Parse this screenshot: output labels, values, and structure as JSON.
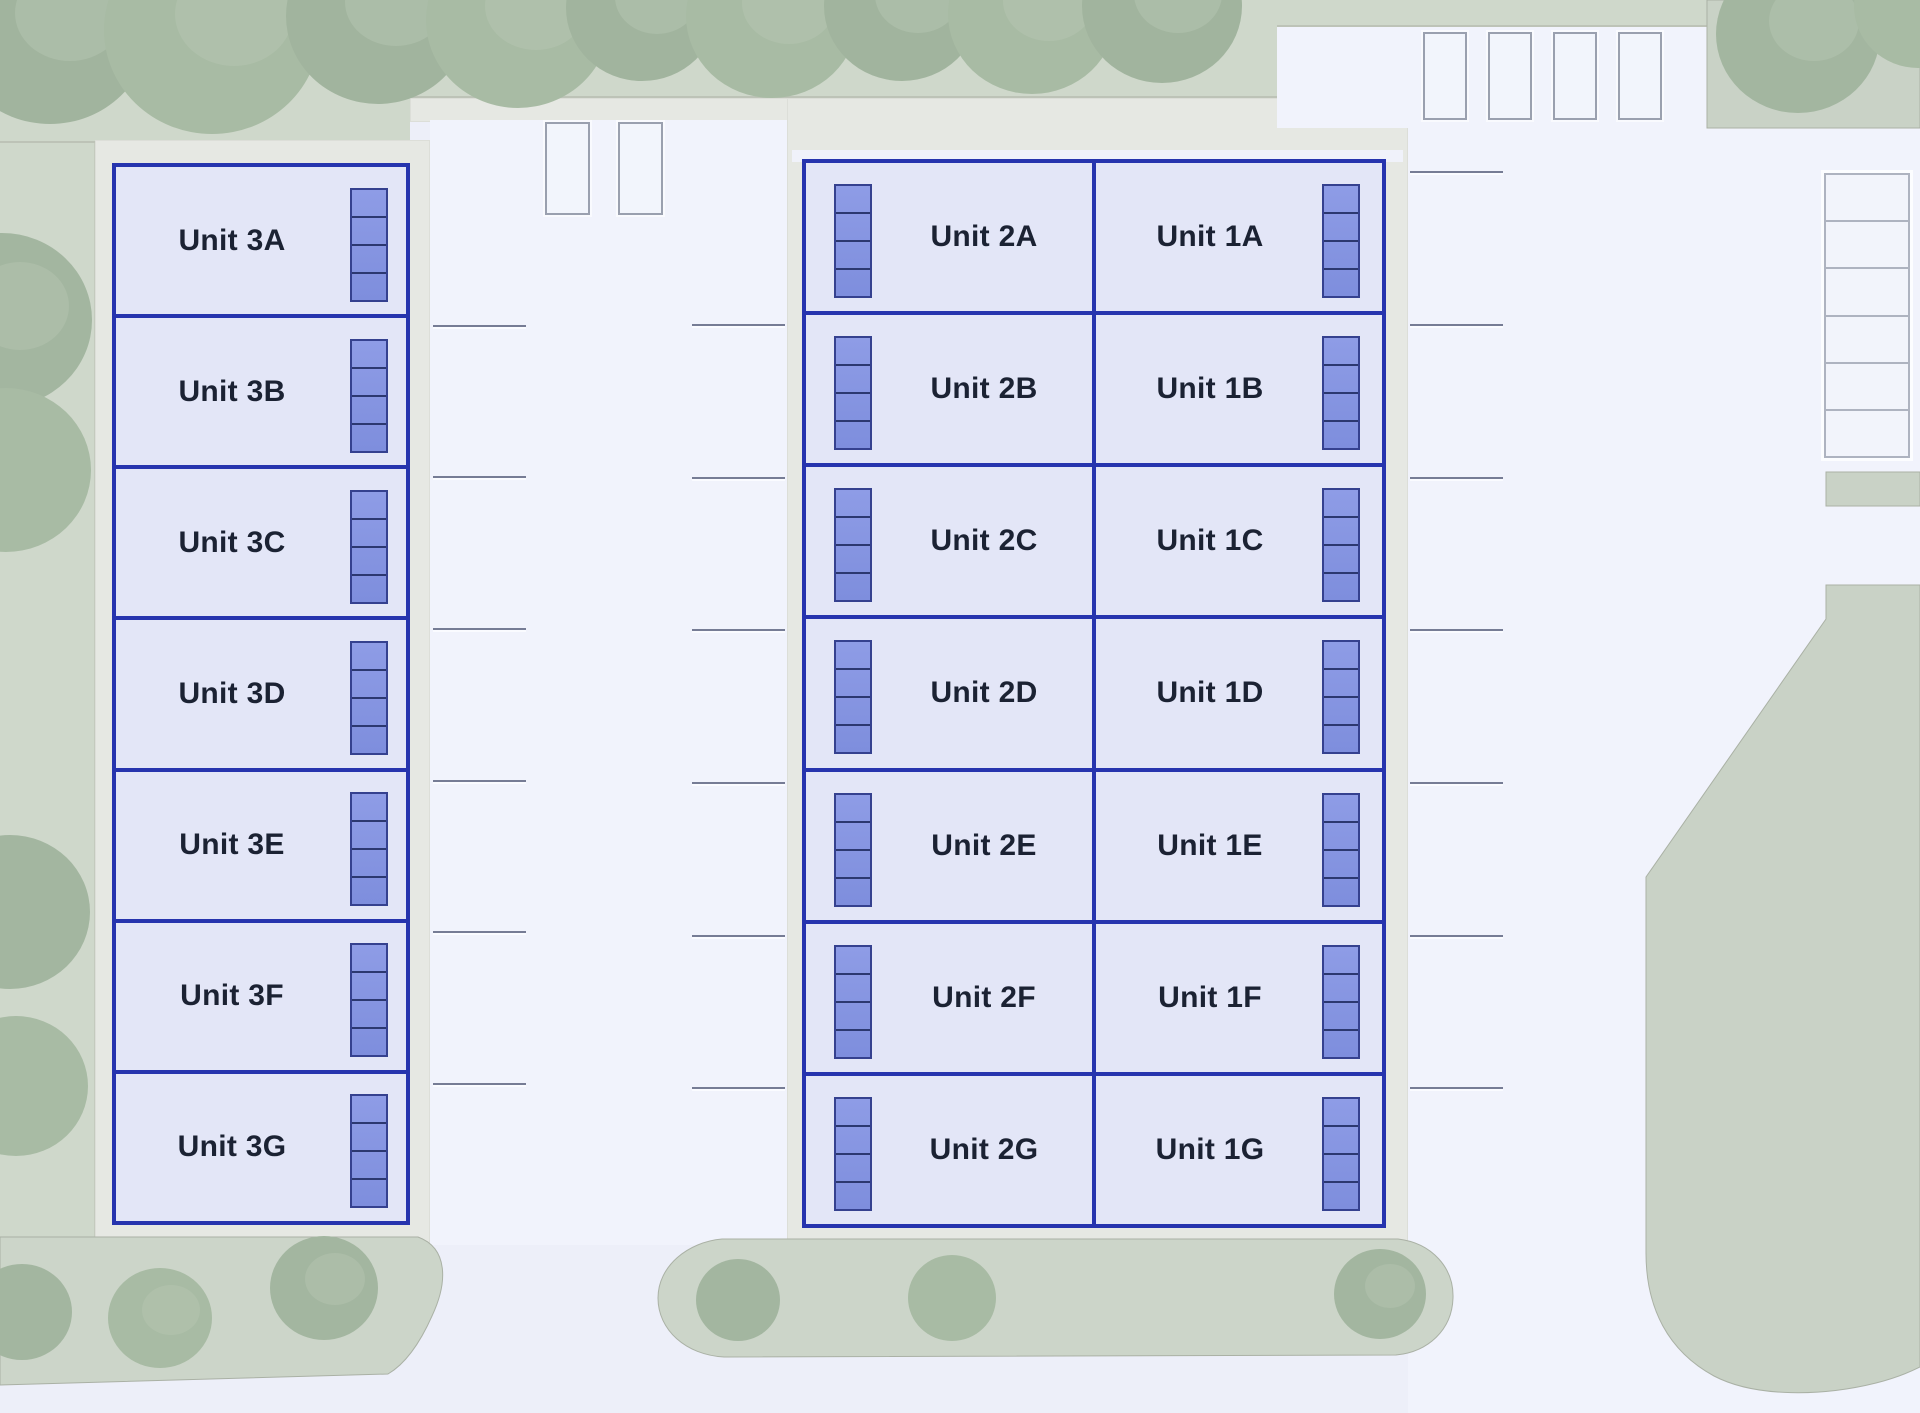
{
  "buildings": {
    "b3": {
      "units": [
        "Unit 3A",
        "Unit 3B",
        "Unit 3C",
        "Unit 3D",
        "Unit 3E",
        "Unit 3F",
        "Unit 3G"
      ]
    },
    "b2": {
      "units": [
        "Unit 2A",
        "Unit 2B",
        "Unit 2C",
        "Unit 2D",
        "Unit 2E",
        "Unit 2F",
        "Unit 2G"
      ]
    },
    "b1": {
      "units": [
        "Unit 1A",
        "Unit 1B",
        "Unit 1C",
        "Unit 1D",
        "Unit 1E",
        "Unit 1F",
        "Unit 1G"
      ]
    }
  },
  "parking": {
    "top_spaces": 4,
    "corridor_spaces": 2,
    "side_spaces": 6
  },
  "colors": {
    "accent_blue": "#2634ae",
    "unit_fill": "#e3e6f7",
    "stairs_fill": "#8394e1",
    "pavement": "#edeff9",
    "road_light": "#f1f3fc",
    "apron": "#e6e8e3",
    "grass": "#cfd8cb",
    "green_area": "#c9d2c6",
    "tree": "#a3b6a0",
    "tree_light": "#b9c8b4",
    "marking": "#9aa0af",
    "stall_line": "#767c95",
    "label_text": "#1b2233"
  }
}
